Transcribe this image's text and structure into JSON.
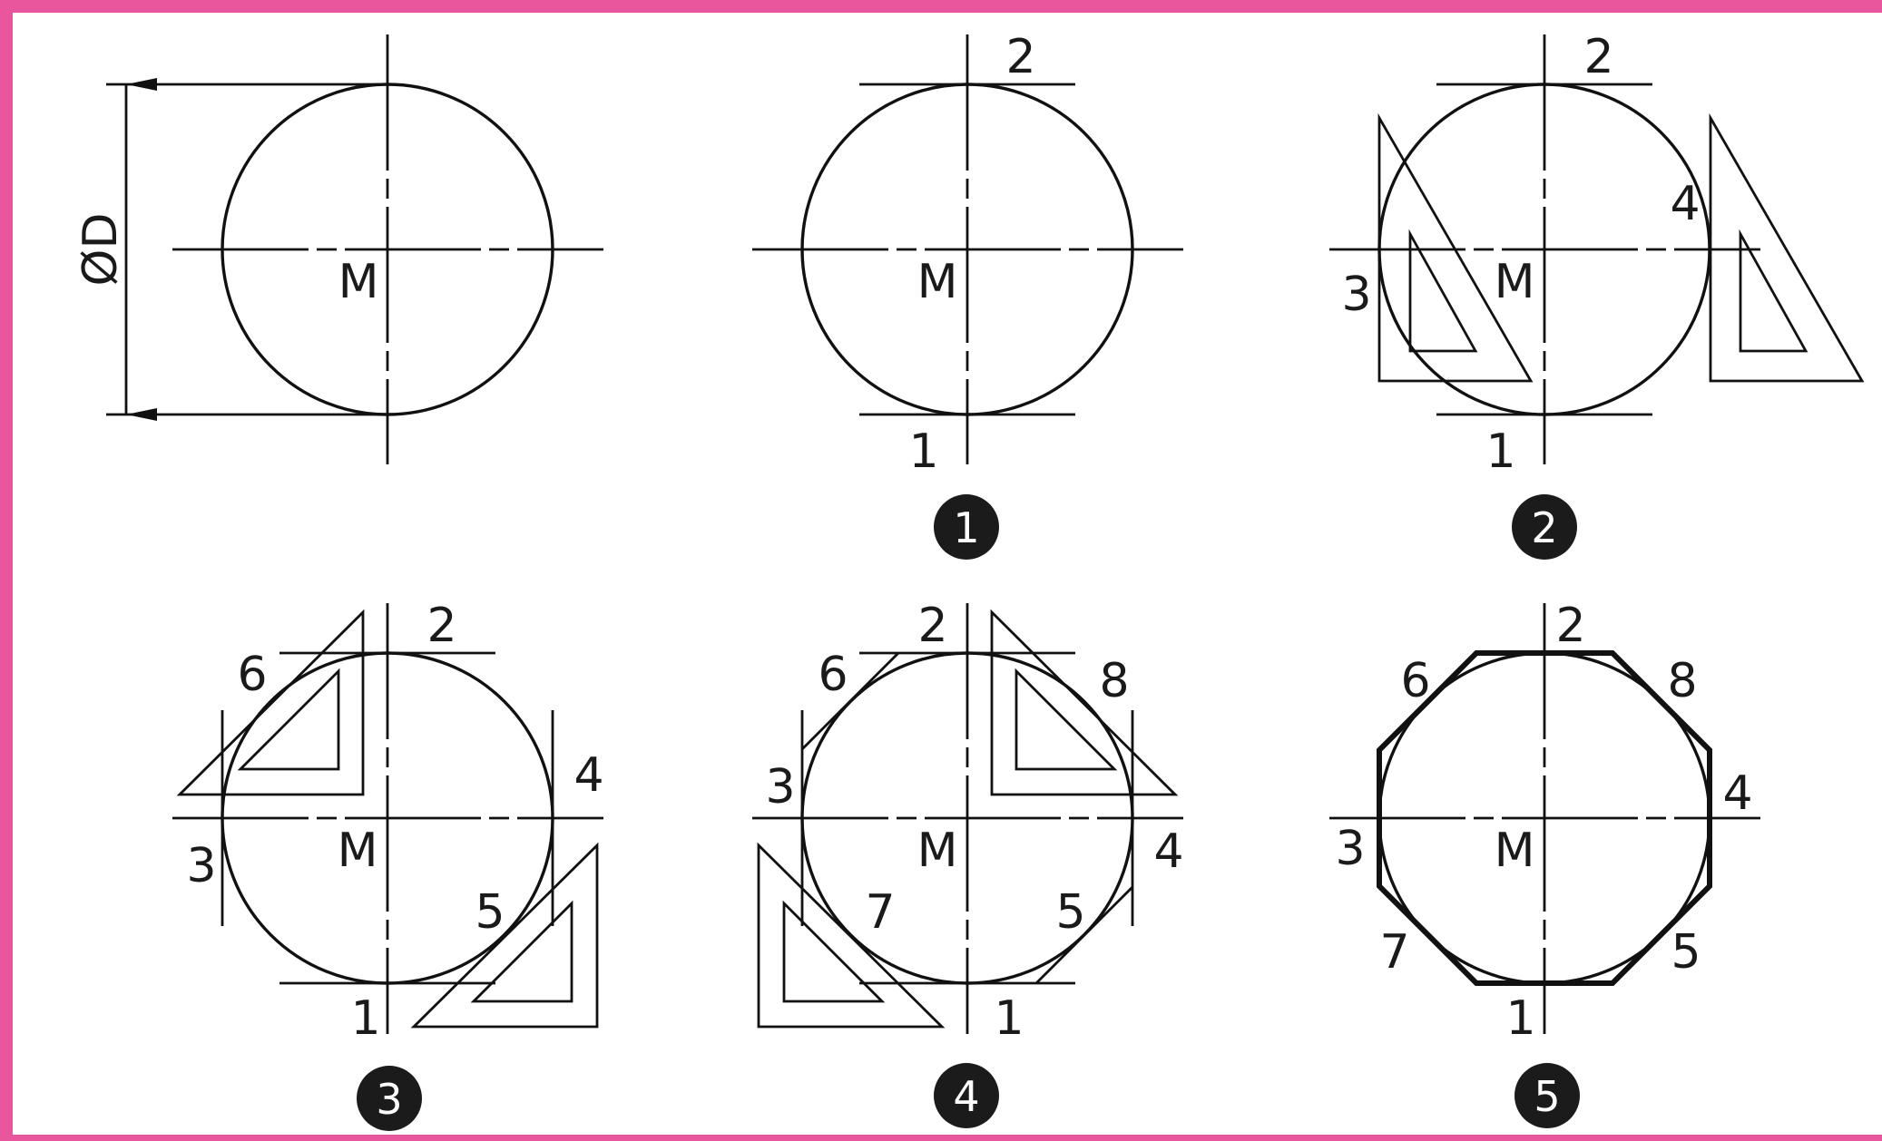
{
  "frame_color": "#e8579e",
  "figure_main": {
    "dimension_label": "ØD",
    "center_label": "M"
  },
  "step1": {
    "badge": "1",
    "center_label": "M",
    "points": [
      "1",
      "2"
    ]
  },
  "step2": {
    "badge": "2",
    "center_label": "M",
    "points": [
      "1",
      "2",
      "3",
      "4"
    ]
  },
  "step3": {
    "badge": "3",
    "center_label": "M",
    "points": [
      "1",
      "2",
      "3",
      "4",
      "5",
      "6"
    ]
  },
  "step4": {
    "badge": "4",
    "center_label": "M",
    "points": [
      "1",
      "2",
      "3",
      "4",
      "5",
      "6",
      "7",
      "8"
    ]
  },
  "step5": {
    "badge": "5",
    "center_label": "M",
    "points": [
      "1",
      "2",
      "3",
      "4",
      "5",
      "6",
      "7",
      "8"
    ]
  }
}
